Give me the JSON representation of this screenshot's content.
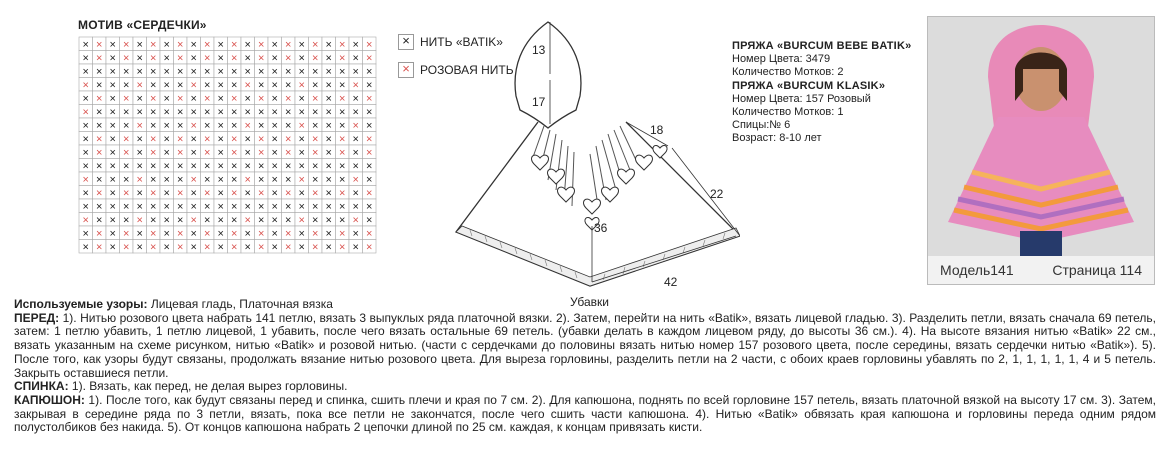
{
  "motif": {
    "title": "МОТИВ «СЕРДЕЧКИ»",
    "grid": [
      "0101010101010101010101",
      "0101010101010101010101",
      "0000000000000000000000",
      "1000100010001000100010",
      "0101010101010101010101",
      "1000000000000000000000",
      "0000100010001000100010",
      "0101010101010101010101",
      "0101010101010101010101",
      "0000000000000000000000",
      "1000100010001000100010",
      "0101010101010101010101",
      "0000000000000000000000",
      "1000100010001000100010",
      "0101010101010101010101",
      "0101010101010101010101"
    ],
    "colors": {
      "batik": "#222222",
      "pink": "#d9534f"
    }
  },
  "legend": {
    "batik_label": "НИТЬ «BATIK»",
    "pink_label": "РОЗОВАЯ НИТЬ",
    "symbol": "×"
  },
  "diagram": {
    "dim_13": "13",
    "dim_17": "17",
    "dim_18": "18",
    "dim_22": "22",
    "dim_36": "36",
    "dim_42": "42",
    "decreases": "Убавки"
  },
  "yarn": {
    "y1_title": "ПРЯЖА «BURCUM BEBE BATIK»",
    "y1_color": "Номер Цвета: 3479",
    "y1_qty": "Количество Мотков: 2",
    "y2_title": "ПРЯЖА «BURCUM KLASIK»",
    "y2_color": "Номер Цвета: 157 Розовый",
    "y2_qty": "Количество Мотков: 1",
    "needles": "Спицы:№ 6",
    "age": "Возраст: 8-10 лет"
  },
  "photo": {
    "model": "Модель141",
    "page": "Страница 114"
  },
  "instructions": {
    "patterns_h": "Используемые узоры:",
    "patterns": " Лицевая гладь, Платочная вязка",
    "front_h": "ПЕРЕД:",
    "front": " 1). Нитью розового цвета набрать 141 петлю, вязать 3 выпуклых ряда платочной вязки. 2). Затем, перейти на нить «Batik», вязать лицевой гладью. 3). Разделить петли, вязать сначала 69 петель, затем: 1 петлю убавить, 1 петлю лицевой, 1 убавить, после чего вязать остальные 69 петель. (убавки делать в каждом лицевом ряду, до высоты 36 см.). 4). На высоте вязания нитью «Batik» 22 см., вязать указанным на схеме рисунком, нитью «Batik» и розовой нитью. (части с сердечками до половины вязать нитью номер 157 розового цвета, после середины, вязать сердечки нитью «Batik»). 5). После того, как узоры будут связаны, продолжать вязание нитью розового цвета. Для выреза горловины, разделить петли на 2 части, с обоих краев горловины убавлять по 2, 1, 1, 1, 1, 1, 4 и 5 петель. Закрыть оставшиеся петли.",
    "back_h": "СПИНКА:",
    "back": " 1). Вязать, как перед, не делая вырез горловины.",
    "hood_h": "КАПЮШОН:",
    "hood": " 1). После того, как будут связаны перед и спинка, сшить плечи и края по 7 см. 2). Для капюшона, поднять по всей горловине 157 петель, вязать платочной вязкой на высоту 17 см. 3). Затем, закрывая в середине ряда по 3 петли, вязать, пока все петли не закончатся, после чего сшить части капюшона. 4). Нитью «Batik» обвязать края капюшона и горловины переда одним рядом полустолбиков без накида. 5). От концов капюшона набрать 2 цепочки длиной по 25 см. каждая, к концам привязать кисти."
  }
}
